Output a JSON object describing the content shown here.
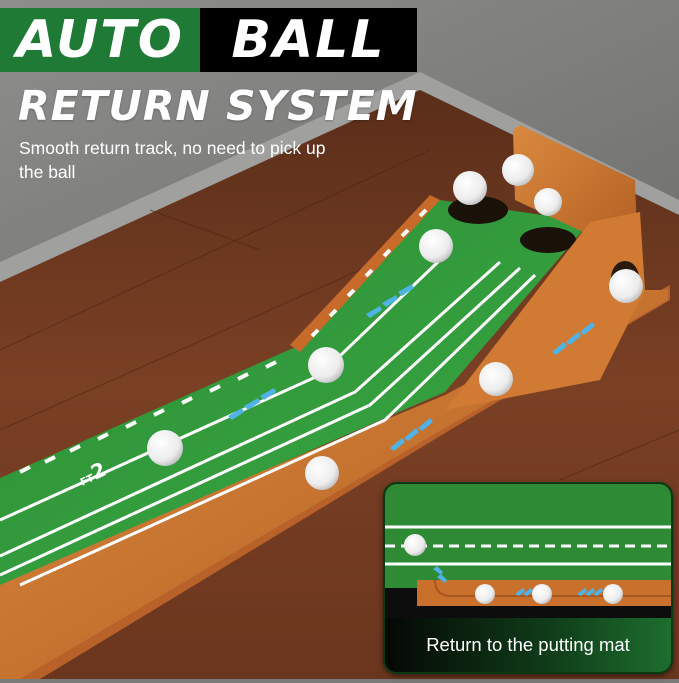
{
  "header": {
    "word1": "AUTO",
    "word2": "BALL",
    "line2": "RETURN SYSTEM",
    "subtitle": "Smooth return track, no need to pick up the ball"
  },
  "product": {
    "mat_marker": "2 FT",
    "mat_marker_number": "2",
    "mat_marker_unit": "FT"
  },
  "inset": {
    "caption": "Return to the putting mat"
  },
  "colors": {
    "header_green": "#1e7a35",
    "header_black": "#000000",
    "turf_green": "#2f9a3a",
    "wood": "#c9702c",
    "floor": "#6b3a22",
    "wall": "#8b8b89",
    "arrow_blue": "#4fb3e6"
  }
}
